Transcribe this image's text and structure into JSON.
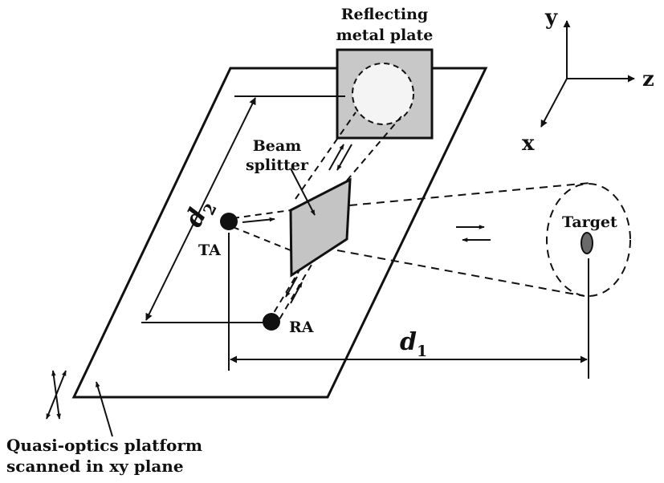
{
  "labels": {
    "mirror_line1": "Reflecting",
    "mirror_line2": "metal plate",
    "splitter_line1": "Beam",
    "splitter_line2": "splitter",
    "ta": "TA",
    "ra": "RA",
    "target": "Target",
    "d1_main": "d",
    "d1_sub": "1",
    "d2_main": "d",
    "d2_sub": "2",
    "platform_line1": "Quasi-optics platform",
    "platform_line2": "scanned in xy plane"
  },
  "axes": {
    "x": "x",
    "y": "y",
    "z": "z"
  },
  "colors": {
    "ink": "#111111",
    "plate_fill": "#c8c8c8",
    "splitter_fill": "#c4c4c4",
    "target_fill": "#6a6a6a"
  }
}
